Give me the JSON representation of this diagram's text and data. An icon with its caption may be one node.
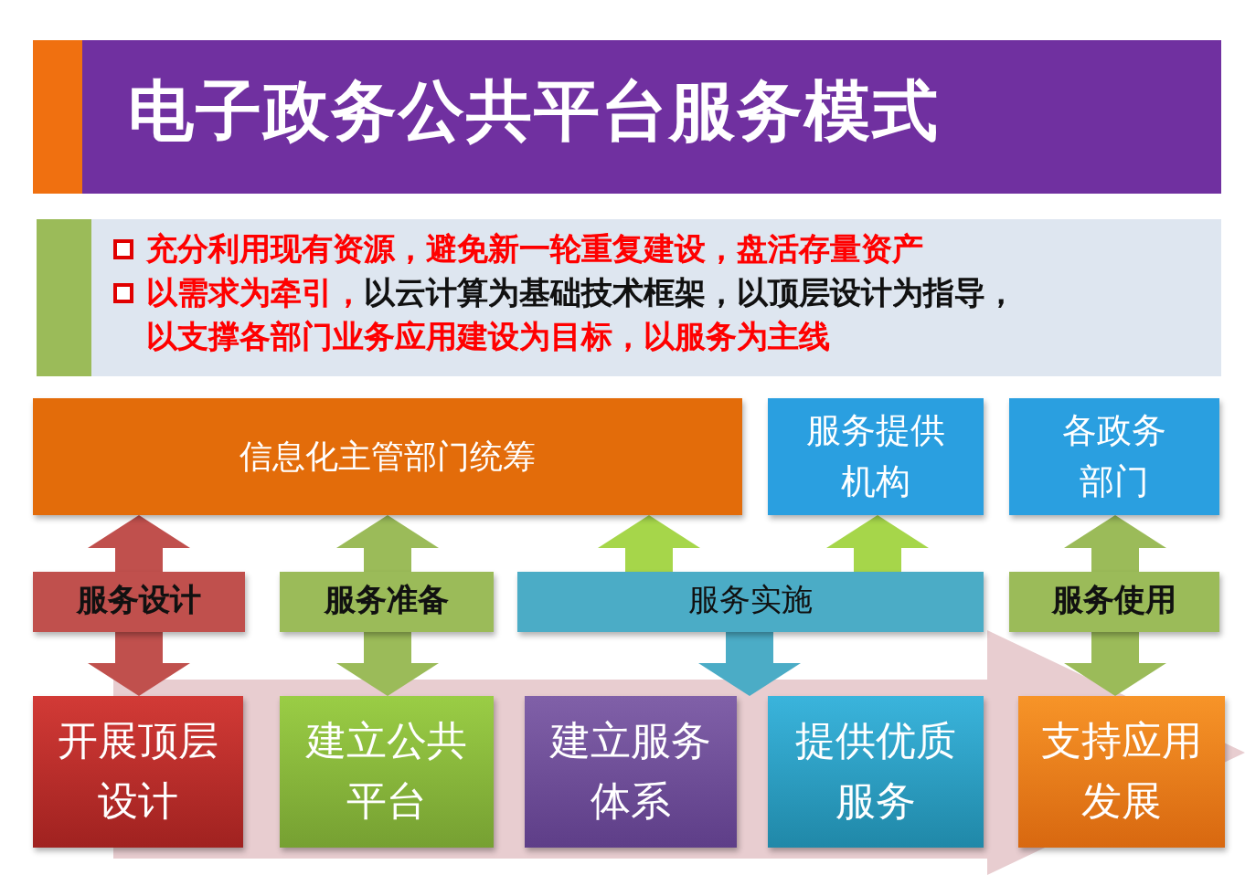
{
  "diagram": {
    "title": "电子政务公共平台服务模式",
    "nodes": [
      {
        "text": [
          "信息化主管部门统筹"
        ]
      },
      {
        "text": [
          "服务提供机构"
        ]
      },
      {
        "text": [
          "各政务部门"
        ]
      },
      {
        "text": [
          "服务设计"
        ]
      },
      {
        "text": [
          "服务准备"
        ]
      },
      {
        "text": [
          "服务实施"
        ]
      },
      {
        "text": [
          "服务使用"
        ]
      },
      {
        "text": [
          "开展顶层设计"
        ]
      },
      {
        "text": [
          "建立公共平台"
        ]
      },
      {
        "text": [
          "建立服务体系"
        ]
      },
      {
        "text": [
          "提供优质服务"
        ]
      },
      {
        "text": [
          "支持应用发展"
        ]
      }
    ],
    "edges": [
      {
        "from": 3,
        "to": 0,
        "arrow": "to",
        "color": "#c0504d"
      },
      {
        "from": 3,
        "to": 7,
        "arrow": "to",
        "color": "#c0504d"
      },
      {
        "from": 4,
        "to": 0,
        "arrow": "to"
      },
      {
        "from": 4,
        "to": 8,
        "arrow": "to"
      },
      {
        "from": 5,
        "to": 0,
        "arrow": "to",
        "color": "#a6d64a"
      },
      {
        "from": 5,
        "to": 1,
        "arrow": "to",
        "color": "#a6d64a"
      },
      {
        "from": 5,
        "to": 9,
        "arrow": "to",
        "color": "#4bacc6"
      },
      {
        "from": 6,
        "to": 2,
        "arrow": "to"
      },
      {
        "from": 6,
        "to": 11,
        "arrow": "to"
      },
      {
        "from": 7,
        "to": 11,
        "arrow": "to",
        "style": "thick",
        "color": "#e8cdd0"
      }
    ],
    "labels": [
      "充分利用现有资源，避免新一轮重复建设，盘活存量资产",
      "以需求为牵引，",
      "以云计算为基础技术框架，以顶层设计为指导，",
      "以支撑各部门业务应用建设为目标，以服务为主线"
    ]
  }
}
